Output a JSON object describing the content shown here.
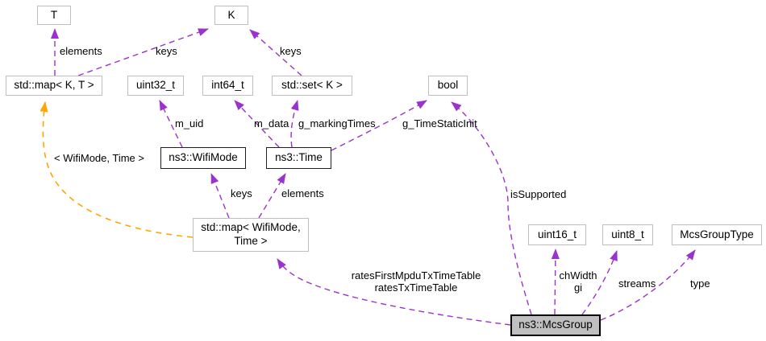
{
  "diagram": {
    "type": "collaboration-graph",
    "colors": {
      "edge_purple": "#9a32cd",
      "edge_template_orange": "#ffa500",
      "node_border": "#bfbfbf",
      "main_node_fill": "#bfbfbf",
      "background": "#ffffff"
    }
  },
  "nodes": [
    {
      "id": "T",
      "label": "T"
    },
    {
      "id": "K",
      "label": "K"
    },
    {
      "id": "std-map-k-t",
      "label": "std::map< K, T >"
    },
    {
      "id": "uint32-t",
      "label": "uint32_t"
    },
    {
      "id": "int64-t",
      "label": "int64_t"
    },
    {
      "id": "std-set-k",
      "label": "std::set< K >"
    },
    {
      "id": "bool",
      "label": "bool"
    },
    {
      "id": "ns3-wifimode",
      "label": "ns3::WifiMode"
    },
    {
      "id": "ns3-time",
      "label": "ns3::Time"
    },
    {
      "id": "std-map-wifimode-time",
      "label": "std::map< WifiMode,\nTime >"
    },
    {
      "id": "uint16-t",
      "label": "uint16_t"
    },
    {
      "id": "uint8-t",
      "label": "uint8_t"
    },
    {
      "id": "mcsgrouptype",
      "label": "McsGroupType"
    },
    {
      "id": "ns3-mcsgroup",
      "label": "ns3::McsGroup"
    }
  ],
  "edge_labels": [
    {
      "id": "elements-map-to-t",
      "text": "elements"
    },
    {
      "id": "keys-map-to-k",
      "text": "keys"
    },
    {
      "id": "keys-set-to-k",
      "text": "keys"
    },
    {
      "id": "m-uid",
      "text": "m_uid"
    },
    {
      "id": "m-data",
      "text": "m_data"
    },
    {
      "id": "g-markingtimes",
      "text": "g_markingTimes"
    },
    {
      "id": "g-timestaticinit",
      "text": "g_TimeStaticInit"
    },
    {
      "id": "template-args",
      "text": "< WifiMode, Time >"
    },
    {
      "id": "keys-map2-to-wifimode",
      "text": "keys"
    },
    {
      "id": "elements-map2-to-time",
      "text": "elements"
    },
    {
      "id": "issupported",
      "text": "isSupported"
    },
    {
      "id": "rates-tables",
      "text": "ratesFirstMpduTxTimeTable\nratesTxTimeTable"
    },
    {
      "id": "chwidth-gi",
      "text": "chWidth\ngi"
    },
    {
      "id": "streams",
      "text": "streams"
    },
    {
      "id": "type",
      "text": "type"
    }
  ]
}
